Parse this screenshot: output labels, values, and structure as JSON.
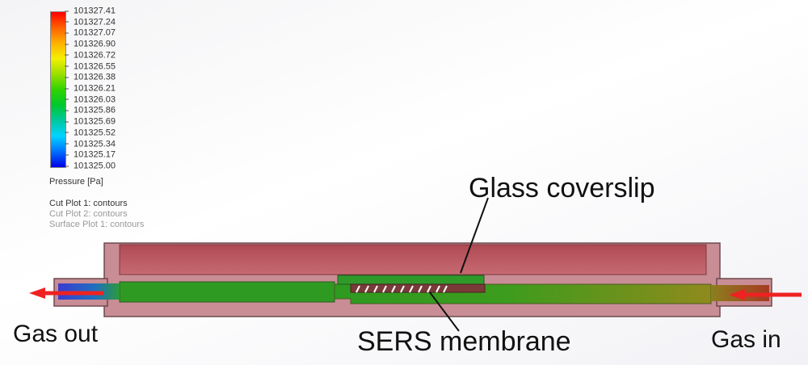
{
  "legend": {
    "ticks": [
      "101327.41",
      "101327.24",
      "101327.07",
      "101326.90",
      "101326.72",
      "101326.55",
      "101326.38",
      "101326.21",
      "101326.03",
      "101325.86",
      "101325.69",
      "101325.52",
      "101325.34",
      "101325.17",
      "101325.00"
    ],
    "title": "Pressure [Pa]",
    "colors": [
      "#ff0000",
      "#ff6000",
      "#ffb000",
      "#f4f000",
      "#9bdf00",
      "#2fd400",
      "#00c82e",
      "#00c8a0",
      "#00d4ff",
      "#0070ff",
      "#0000e6"
    ]
  },
  "plots": [
    "Cut Plot 1: contours",
    "Cut Plot 2: contours",
    "Surface Plot 1: contours"
  ],
  "labels": {
    "glass_coverslip": "Glass coverslip",
    "sers_membrane": "SERS membrane",
    "gas_out": "Gas out",
    "gas_in": "Gas in"
  },
  "colors": {
    "housing": "#c98d95",
    "top_chamber": "#b94f58",
    "channel_green": "#2f9a22",
    "channel_olive": "#8a8a1c",
    "arrow": "#ee2222"
  }
}
